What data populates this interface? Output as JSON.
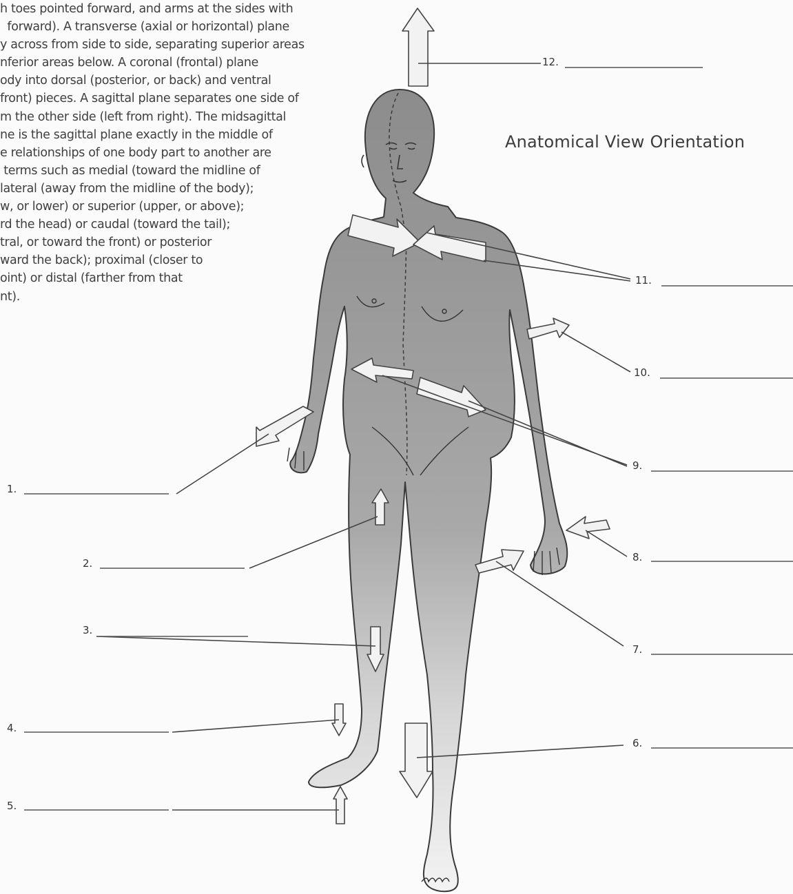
{
  "intro_text": [
    "h toes pointed forward, and arms at the sides with",
    "  forward). A transverse (axial or horizontal) plane",
    "y across from side to side, separating superior areas",
    "nferior areas below. A coronal (frontal) plane",
    "ody into dorsal (posterior, or back) and ventral",
    "front) pieces. A sagittal plane separates one side of",
    "m the other side (left from right). The midsagittal",
    "ne is the sagittal plane exactly in the middle of",
    "e relationships of one body part to another are",
    " terms such as medial (toward the midline of",
    "lateral (away from the midline of the body);",
    "w, or lower) or superior (upper, or above);",
    "rd the head) or caudal (toward the tail);",
    "tral, or toward the front) or posterior",
    "ward the back); proximal (closer to",
    "oint) or distal (farther from that",
    "nt)."
  ],
  "title": "Anatomical View Orientation",
  "labels": [
    "1.",
    "2.",
    "3.",
    "4.",
    "5.",
    "6.",
    "7.",
    "8.",
    "9.",
    "10.",
    "11.",
    "12."
  ],
  "colors": {
    "body_fill_top": "#8e8e8e",
    "body_fill_bottom": "#f0f0f0",
    "outline": "#3a3a3a",
    "arrow_fill": "#f2f2f2",
    "line": "#444444"
  }
}
